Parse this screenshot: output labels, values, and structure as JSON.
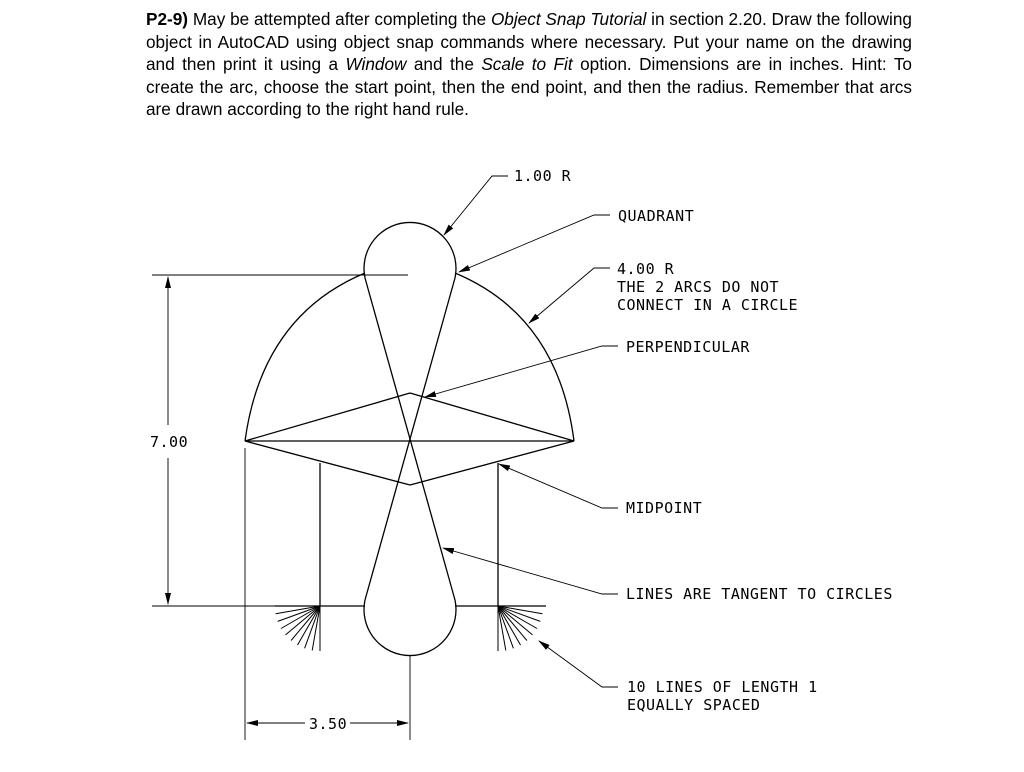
{
  "problem": {
    "number": "P2-9)",
    "seg1": " May be attempted after completing the ",
    "seg2_italic": "Object Snap Tutorial",
    "seg3": " in section 2.20.  Draw the following object in AutoCAD using object snap commands where necessary.  Put your name on the drawing and then print it using a ",
    "seg4_italic": "Window",
    "seg5": " and the ",
    "seg6_italic": "Scale to Fit",
    "seg7": " option. Dimensions are in inches.  Hint: To create the arc, choose the start point, then the end point, and then the radius.  Remember that arcs are drawn according to the right hand rule."
  },
  "drawing": {
    "dimensions": {
      "radius_small": "1.00 R",
      "height": "7.00",
      "width": "3.50"
    },
    "callouts": {
      "quadrant": "QUADRANT",
      "big_radius": "4.00 R",
      "arcs_note_1": "THE 2 ARCS DO NOT",
      "arcs_note_2": "CONNECT IN A CIRCLE",
      "perpendicular": "PERPENDICULAR",
      "midpoint": "MIDPOINT",
      "tangent": "LINES ARE TANGENT TO CIRCLES",
      "ten_lines_1": "10 LINES OF LENGTH 1",
      "ten_lines_2": "EQUALLY SPACED"
    }
  }
}
